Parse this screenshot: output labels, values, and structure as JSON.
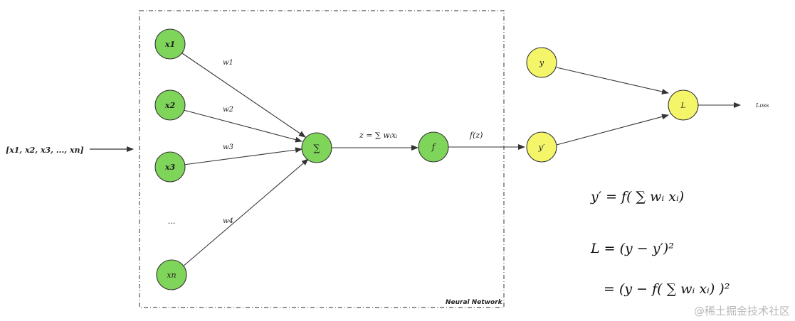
{
  "input_vector": "[x1, x2, x3, ..., xn]",
  "network": {
    "frame_label": "Neural Network",
    "inputs": [
      {
        "label": "x1",
        "weight": "w1"
      },
      {
        "label": "x2",
        "weight": "w2"
      },
      {
        "label": "x3",
        "weight": "w3"
      },
      {
        "label": "...",
        "weight": ""
      },
      {
        "label": "xn",
        "weight": "w4"
      }
    ],
    "sum_node": "∑",
    "sum_edge_label": "z = ∑ wᵢxᵢ",
    "activation_node": "f",
    "activation_edge_label": "f(z)"
  },
  "loss_part": {
    "y_node": "y",
    "y_pred_node": "y′",
    "loss_node": "L",
    "loss_output": "Loss"
  },
  "equations": {
    "eq1": "y′ = f( ∑ wᵢ xᵢ)",
    "eq2": "L =  (y − y′)²",
    "eq3": "= (y − f( ∑ wᵢ xᵢ)  )²"
  },
  "watermark": "@稀土掘金技术社区",
  "colors": {
    "green_node": "#7fd45a",
    "yellow_node": "#f5f56a",
    "edge": "#333333"
  }
}
